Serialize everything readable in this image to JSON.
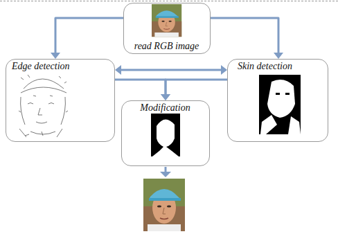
{
  "diagram": {
    "nodes": [
      {
        "text": [
          "read RGB  image"
        ]
      },
      {
        "text": [
          "Edge detection"
        ]
      },
      {
        "text": [
          "Skin detection"
        ]
      },
      {
        "text": [
          "Modification"
        ]
      }
    ],
    "edges": [
      {
        "from": 0,
        "to": 1,
        "arrow": "to"
      },
      {
        "from": 0,
        "to": 2,
        "arrow": "to"
      },
      {
        "from": 1,
        "to": 2,
        "arrow": "both"
      },
      {
        "from": 1,
        "to": 3,
        "arrow": "to"
      },
      {
        "from": 2,
        "to": 3,
        "arrow": "to"
      }
    ]
  }
}
